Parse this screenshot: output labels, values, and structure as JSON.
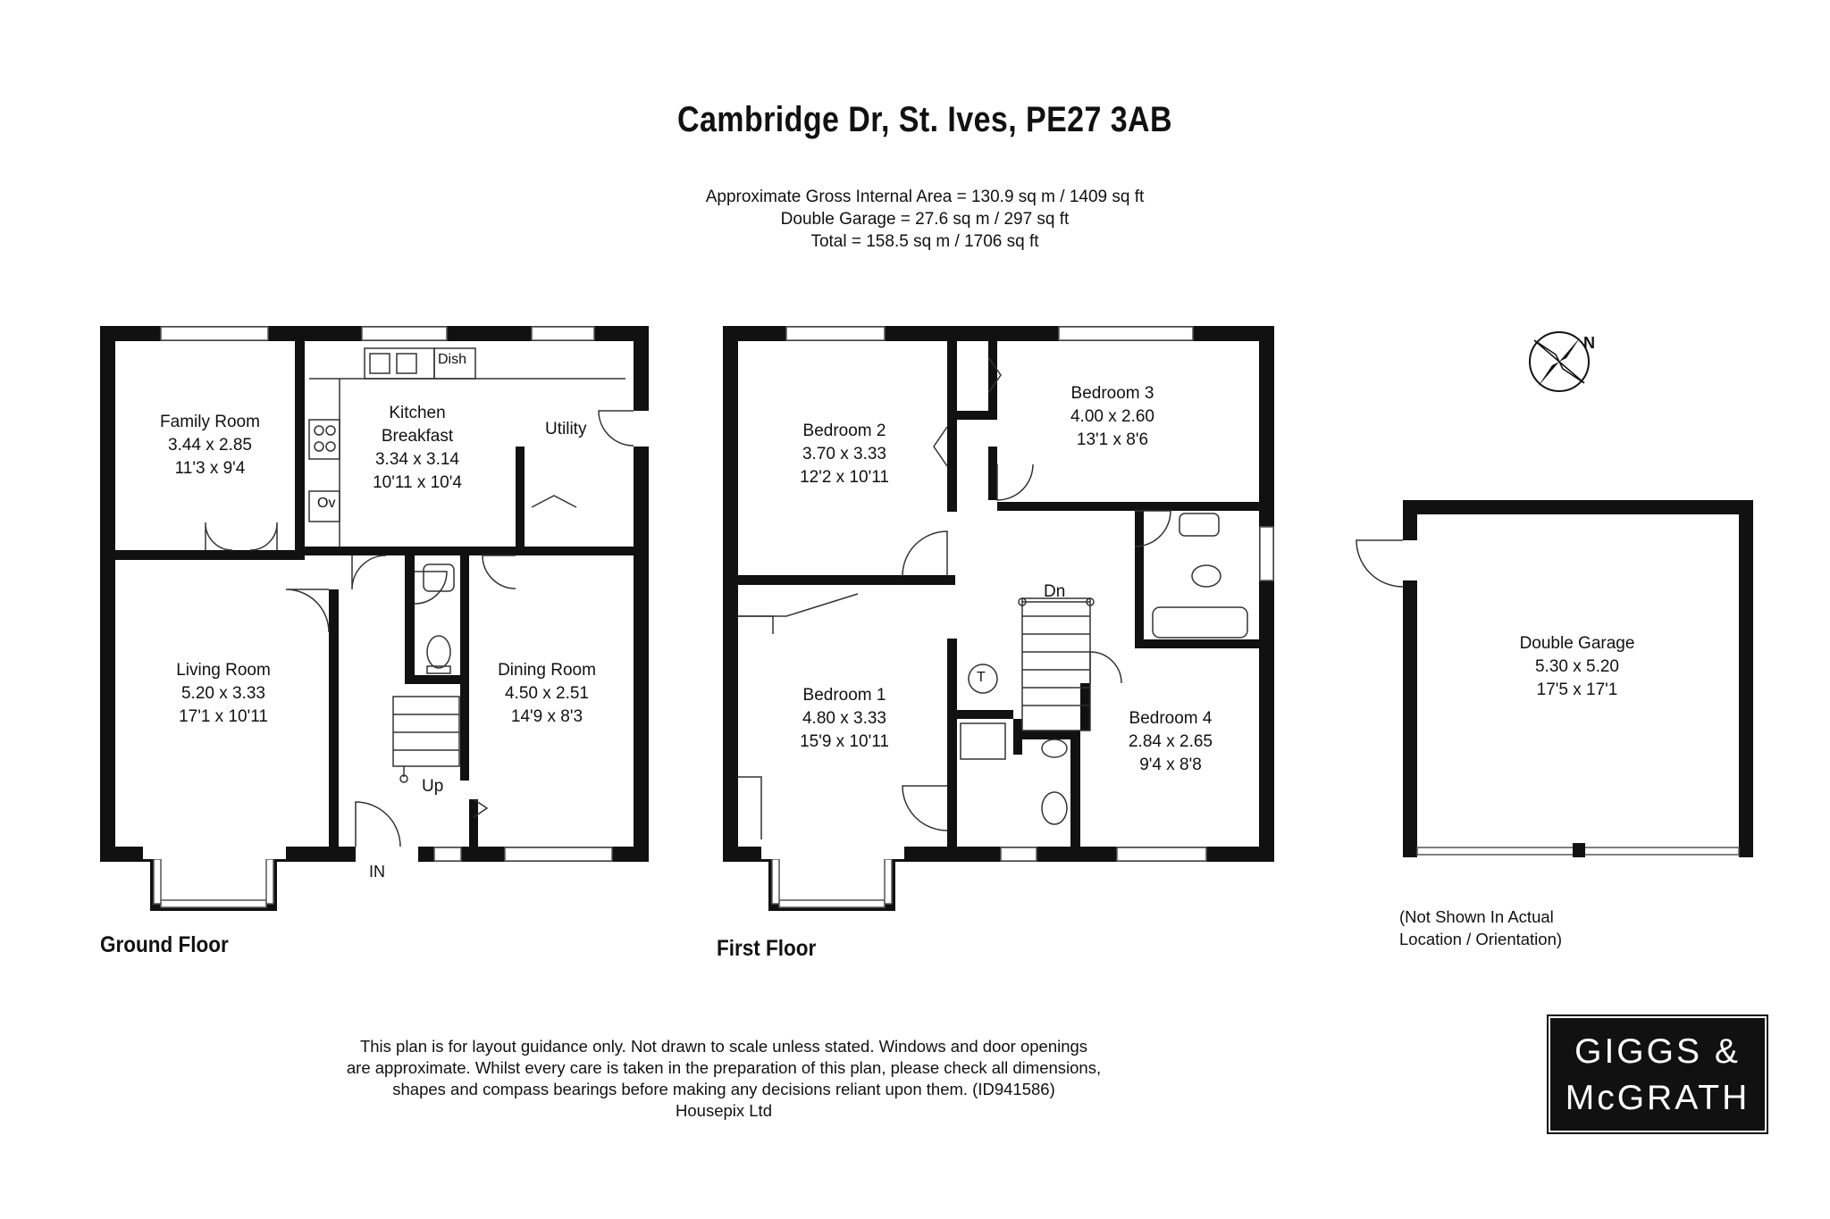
{
  "title": "Cambridge Dr, St. Ives, PE27 3AB",
  "areas": {
    "gross": "Approximate Gross Internal Area = 130.9 sq m / 1409 sq ft",
    "garage": "Double Garage = 27.6 sq m / 297 sq ft",
    "total": "Total = 158.5 sq m / 1706 sq ft"
  },
  "ground_floor": {
    "label": "Ground Floor",
    "rooms": {
      "family": {
        "name": "Family Room",
        "metric": "3.44 x 2.85",
        "imperial": "11'3 x 9'4"
      },
      "kitchen": {
        "name1": "Kitchen",
        "name2": "Breakfast",
        "metric": "3.34 x 3.14",
        "imperial": "10'11 x 10'4"
      },
      "utility": {
        "name": "Utility"
      },
      "living": {
        "name": "Living Room",
        "metric": "5.20 x 3.33",
        "imperial": "17'1 x 10'11"
      },
      "dining": {
        "name": "Dining Room",
        "metric": "4.50 x 2.51",
        "imperial": "14'9 x 8'3"
      }
    },
    "labels": {
      "dish": "Dish",
      "oven": "Ov",
      "up": "Up",
      "entrance": "IN"
    }
  },
  "first_floor": {
    "label": "First Floor",
    "rooms": {
      "bed2": {
        "name": "Bedroom 2",
        "metric": "3.70 x 3.33",
        "imperial": "12'2 x 10'11"
      },
      "bed3": {
        "name": "Bedroom 3",
        "metric": "4.00 x 2.60",
        "imperial": "13'1 x 8'6"
      },
      "bed1": {
        "name": "Bedroom 1",
        "metric": "4.80 x 3.33",
        "imperial": "15'9 x 10'11"
      },
      "bed4": {
        "name": "Bedroom 4",
        "metric": "2.84 x 2.65",
        "imperial": "9'4 x 8'8"
      }
    },
    "labels": {
      "down": "Dn",
      "tank": "T"
    }
  },
  "garage": {
    "name": "Double Garage",
    "metric": "5.30 x 5.20",
    "imperial": "17'5 x 17'1",
    "note1": "(Not Shown In Actual",
    "note2": "Location / Orientation)"
  },
  "compass": {
    "label": "N"
  },
  "disclaimer": [
    "This plan is for layout guidance only. Not drawn to scale unless stated. Windows and door openings",
    "are approximate. Whilst every care is taken in the preparation of this plan, please check all dimensions,",
    "shapes and compass bearings before making any decisions reliant upon them. (ID941586)",
    "Housepix Ltd"
  ],
  "logo": {
    "line1": "GIGGS &",
    "line2": "McGRATH"
  }
}
